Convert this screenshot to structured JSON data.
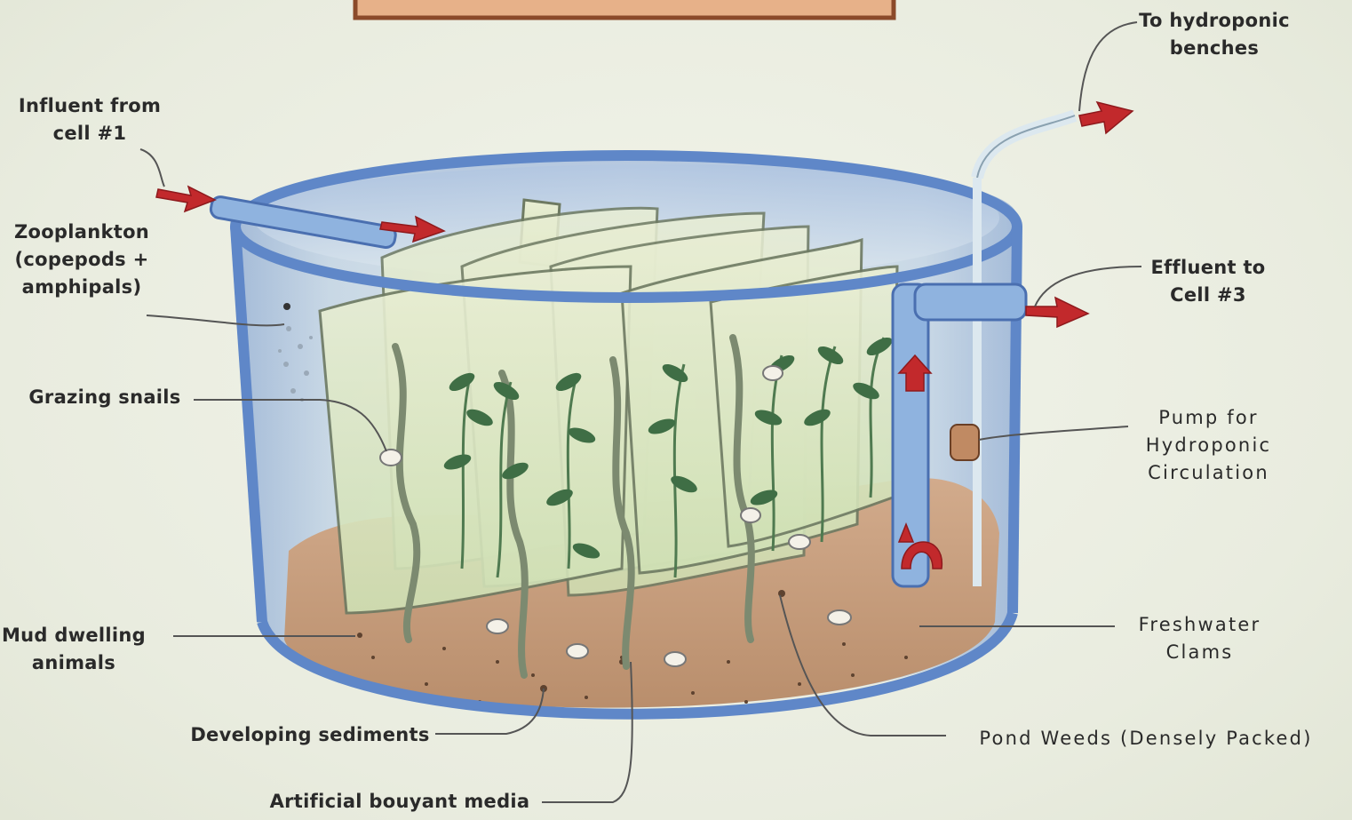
{
  "labels": {
    "influent": [
      "Influent from",
      "cell #1"
    ],
    "hydroponic": [
      "To hydroponic",
      "benches"
    ],
    "zooplankton": [
      "Zooplankton",
      "(copepods +",
      "amphipals)"
    ],
    "effluent": [
      "Effluent to",
      "Cell #3"
    ],
    "grazing_snails": "Grazing snails",
    "pump": [
      "Pump for",
      "Hydroponic",
      "Circulation"
    ],
    "mud_dwelling": [
      "Mud dwelling",
      "animals"
    ],
    "freshwater_clams": [
      "Freshwater",
      "Clams"
    ],
    "developing_sediments": "Developing sediments",
    "pond_weeds": "Pond Weeds (Densely Packed)",
    "buoyant_media": "Artificial bouyant media"
  },
  "colors": {
    "tank_wall": "#5f87c8",
    "water": "#c9dbe8",
    "sediment": "#c9a07e",
    "leaf": "#3f6e45",
    "arrow": "#c2292c",
    "leader": "#555555"
  }
}
